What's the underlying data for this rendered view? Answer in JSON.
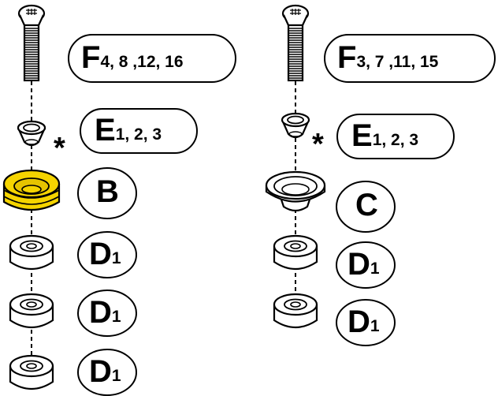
{
  "colors": {
    "highlight": "#f5d400",
    "highlight_dark": "#b89a00",
    "line": "#000000",
    "fill": "#ffffff"
  },
  "left_column": {
    "screw_label": {
      "letter": "F",
      "numbers": "4, 8 ,12, 16"
    },
    "washer_label": {
      "letter": "E",
      "numbers": "1, 2, 3"
    },
    "washer_marker": "*",
    "bushing_label": {
      "letter": "B",
      "numbers": ""
    },
    "bearing_labels": [
      {
        "letter": "D",
        "numbers": "1"
      },
      {
        "letter": "D",
        "numbers": "1"
      },
      {
        "letter": "D",
        "numbers": "1"
      }
    ]
  },
  "right_column": {
    "screw_label": {
      "letter": "F",
      "numbers": "3, 7 ,11, 15"
    },
    "washer_label": {
      "letter": "E",
      "numbers": "1, 2, 3"
    },
    "washer_marker": "*",
    "bushing_label": {
      "letter": "C",
      "numbers": ""
    },
    "bearing_labels": [
      {
        "letter": "D",
        "numbers": "1"
      },
      {
        "letter": "D",
        "numbers": "1"
      }
    ]
  }
}
